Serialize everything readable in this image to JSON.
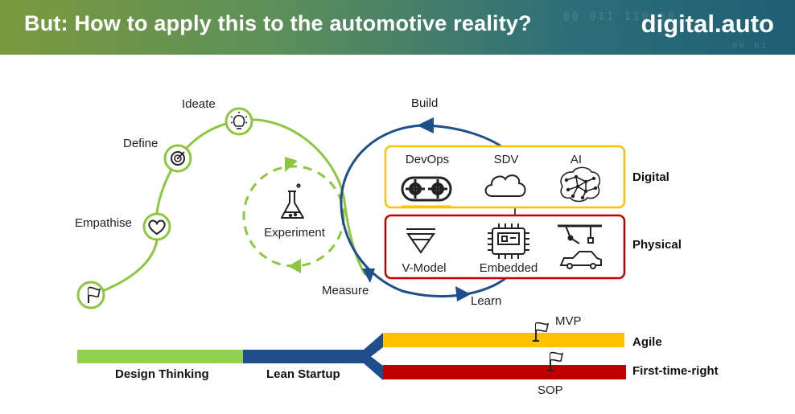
{
  "header": {
    "title": "But: How to apply this to the automotive reality?",
    "logo": "digital.auto",
    "decorative_digits": "00 011 110 00",
    "decorative_digits_2": "00 01"
  },
  "design_thinking": {
    "steps": [
      "Empathise",
      "Define",
      "Ideate"
    ],
    "experiment_label": "Experiment"
  },
  "lean_cycle": {
    "build_label": "Build",
    "measure_label": "Measure",
    "learn_label": "Learn"
  },
  "digital_box": {
    "label": "Digital",
    "items": [
      "DevOps",
      "SDV",
      "AI"
    ]
  },
  "physical_box": {
    "label": "Physical",
    "items": [
      "V-Model",
      "Embedded"
    ]
  },
  "timeline": {
    "design_thinking_label": "Design Thinking",
    "lean_startup_label": "Lean Startup",
    "agile_label": "Agile",
    "ftr_label": "First-time-right",
    "mvp_label": "MVP",
    "sop_label": "SOP"
  },
  "colors": {
    "green": "#8dc63f",
    "blue": "#1f4e8c",
    "yellow": "#ffc000",
    "red": "#c00000",
    "icon_dark": "#222222"
  }
}
